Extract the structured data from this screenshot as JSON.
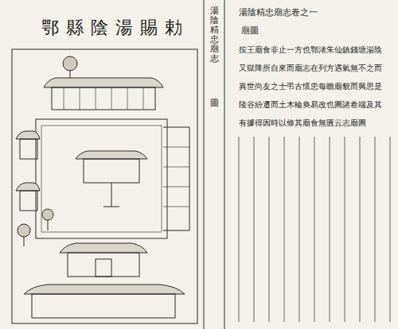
{
  "diagram": {
    "labels": [
      "勅賜湯陰縣鄂",
      "湯陰精忠廟志",
      "圖",
      "湯陰精忠廟志卷之一",
      "廟圖",
      "按王廟食非止一方也鄂渚朱仙鎮錢塘湯陰",
      "又獄降所自來而廟志在列方遇氣無不之而",
      "異世尚友之士弔古懷忠每瞻廟貌而興思是",
      "陵谷紛遷而土木輪奐易改也圖諸卷端及其",
      "有據得因時以修其廟食無匱云志廟圖"
    ]
  }
}
